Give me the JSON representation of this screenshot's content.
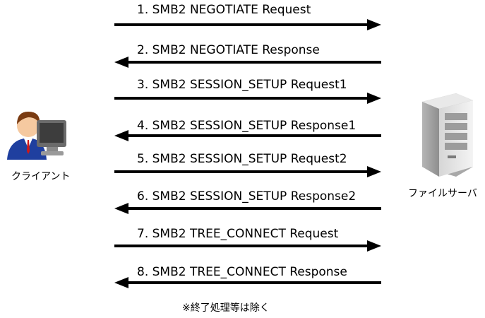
{
  "client": {
    "label": "クライアント",
    "icon": "user-at-computer-icon"
  },
  "server": {
    "label": "ファイルサーバ",
    "icon": "server-tower-icon"
  },
  "messages": [
    {
      "text": "1. SMB2 NEGOTIATE Request",
      "direction": "right"
    },
    {
      "text": "2. SMB2 NEGOTIATE Response",
      "direction": "left"
    },
    {
      "text": "3. SMB2 SESSION_SETUP Request1",
      "direction": "right"
    },
    {
      "text": "4. SMB2 SESSION_SETUP Response1",
      "direction": "left"
    },
    {
      "text": "5. SMB2 SESSION_SETUP Request2",
      "direction": "right"
    },
    {
      "text": "6. SMB2 SESSION_SETUP Response2",
      "direction": "left"
    },
    {
      "text": "7. SMB2 TREE_CONNECT Request",
      "direction": "right"
    },
    {
      "text": "8. SMB2 TREE_CONNECT Response",
      "direction": "left"
    }
  ],
  "note": "※終了処理等は除く",
  "colors": {
    "arrow": "#000000",
    "server_body": "#e8e8e8",
    "user_shirt": "#1f3f9f",
    "user_hair": "#7a3b12"
  }
}
